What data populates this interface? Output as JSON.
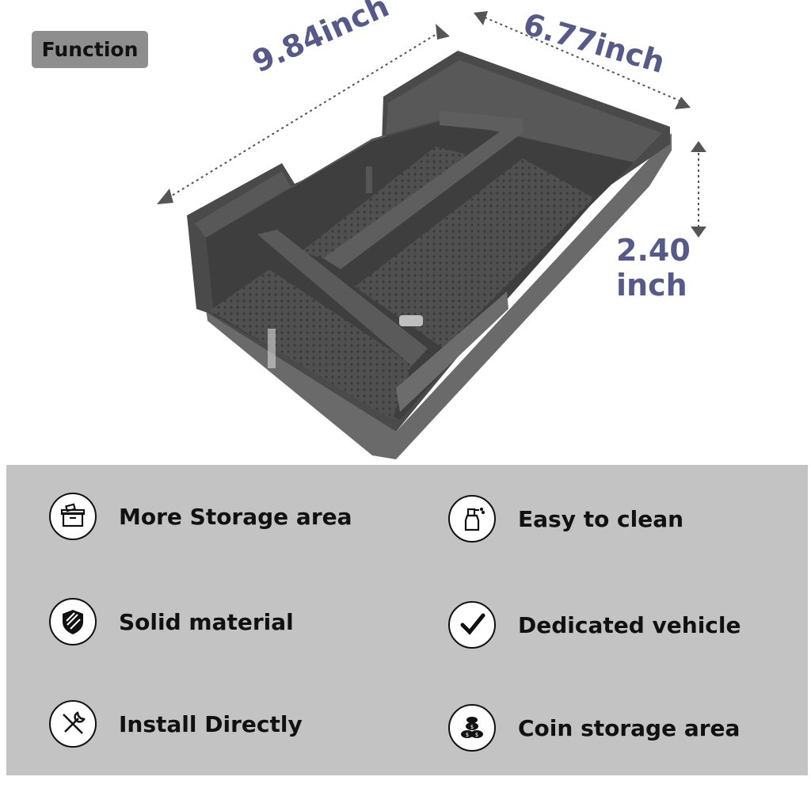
{
  "badge": {
    "label": "Function"
  },
  "dimensions": {
    "length": "9.84inch",
    "width": "6.77inch",
    "height_value": "2.40",
    "height_unit": "inch"
  },
  "features": [
    {
      "label": "More Storage area",
      "icon": "storage-box-icon"
    },
    {
      "label": "Easy to clean",
      "icon": "spray-bottle-icon"
    },
    {
      "label": "Solid material",
      "icon": "shield-icon"
    },
    {
      "label": "Dedicated vehicle",
      "icon": "checkmark-icon"
    },
    {
      "label": "Install Directly",
      "icon": "wrench-icon"
    },
    {
      "label": "Coin storage area",
      "icon": "coin-stack-icon"
    }
  ],
  "colors": {
    "dimension_text": "#565a8a",
    "panel_background": "#c3c3c3",
    "badge_background": "#8e8e8e"
  }
}
